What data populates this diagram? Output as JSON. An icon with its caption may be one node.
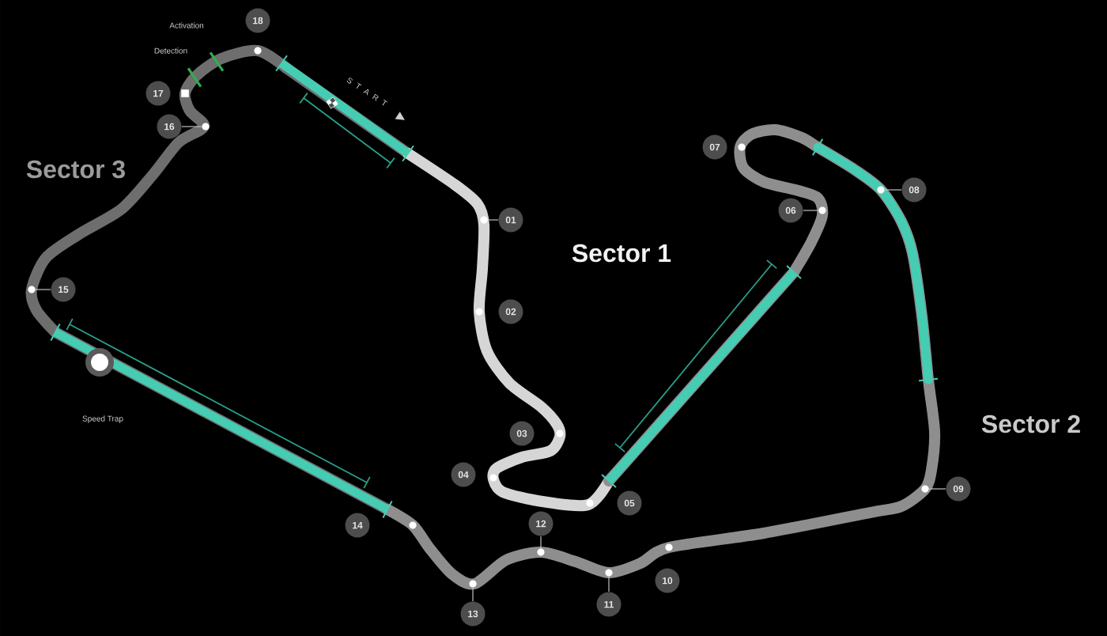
{
  "diagram": {
    "nodes": [
      {
        "text": [
          "01"
        ]
      },
      {
        "text": [
          "02"
        ]
      },
      {
        "text": [
          "03"
        ]
      },
      {
        "text": [
          "04"
        ]
      },
      {
        "text": [
          "05"
        ]
      },
      {
        "text": [
          "06"
        ]
      },
      {
        "text": [
          "07"
        ]
      },
      {
        "text": [
          "08"
        ]
      },
      {
        "text": [
          "09"
        ]
      },
      {
        "text": [
          "10"
        ]
      },
      {
        "text": [
          "11"
        ]
      },
      {
        "text": [
          "12"
        ]
      },
      {
        "text": [
          "13"
        ]
      },
      {
        "text": [
          "14"
        ]
      },
      {
        "text": [
          "15"
        ]
      },
      {
        "text": [
          "16"
        ]
      },
      {
        "text": [
          "17"
        ]
      },
      {
        "text": [
          "18"
        ]
      },
      {
        "text": [],
        "shape": "circle"
      },
      {
        "text": [],
        "shape": "circle"
      },
      {
        "text": [],
        "shape": "circle"
      },
      {
        "text": [],
        "shape": "circle"
      },
      {
        "text": [],
        "shape": "circle"
      },
      {
        "text": [],
        "shape": "circle"
      },
      {
        "text": [],
        "shape": "circle"
      },
      {
        "text": [],
        "shape": "circle"
      },
      {
        "text": [],
        "shape": "circle"
      }
    ],
    "edges": [
      {
        "from": 0,
        "to": 18,
        "arrow": "none"
      },
      {
        "from": 5,
        "to": 19,
        "arrow": "none"
      },
      {
        "from": 7,
        "to": 20,
        "arrow": "none"
      },
      {
        "from": 8,
        "to": 21,
        "arrow": "none"
      },
      {
        "from": 10,
        "to": 22,
        "arrow": "none"
      },
      {
        "from": 11,
        "to": 23,
        "arrow": "none"
      },
      {
        "from": 12,
        "to": 24,
        "arrow": "none"
      },
      {
        "from": 14,
        "to": 25,
        "arrow": "none"
      },
      {
        "from": 15,
        "to": 26,
        "arrow": "none"
      }
    ],
    "labels": [
      "Activation",
      "Detection",
      "S T A R T",
      "Sector 3",
      "Sector 1",
      "Speed Trap",
      "Sector 2"
    ]
  }
}
